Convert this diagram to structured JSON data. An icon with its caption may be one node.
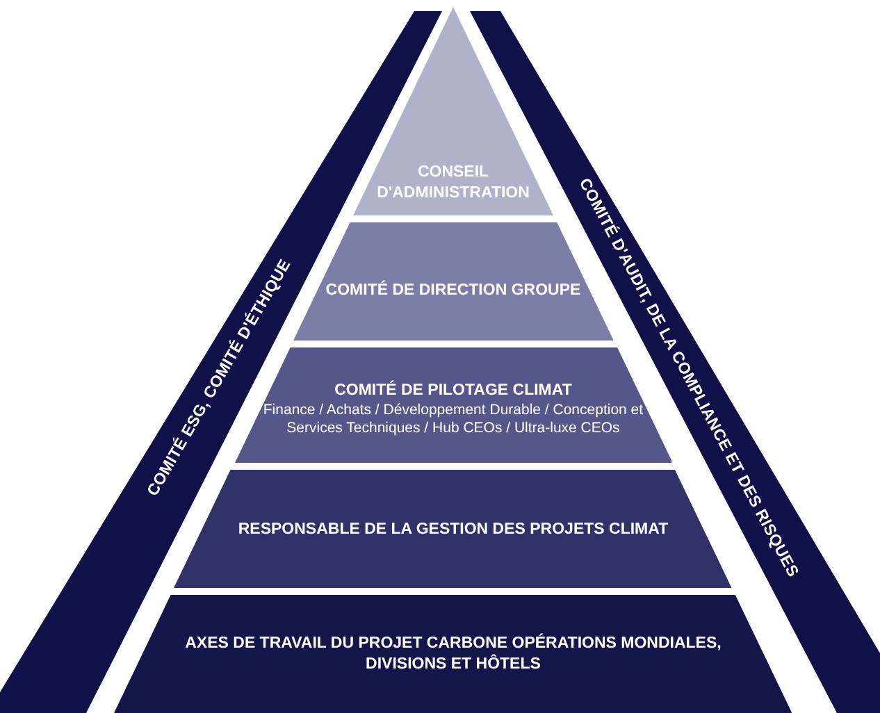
{
  "diagram": {
    "nodes": [
      {
        "text": [
          "CONSEIL D'ADMINISTRATION"
        ]
      },
      {
        "text": [
          "COMITÉ DE DIRECTION GROUPE"
        ]
      },
      {
        "text": [
          "COMITÉ DE PILOTAGE CLIMAT",
          "Finance / Achats / Développement Durable / Conception et Services Techniques / Hub CEOs / Ultra-luxe CEOs"
        ]
      },
      {
        "text": [
          "RESPONSABLE DE LA GESTION DES PROJETS CLIMAT"
        ]
      },
      {
        "text": [
          "AXES DE TRAVAIL DU PROJET CARBONE OPÉRATIONS MONDIALES, DIVISIONS ET HÔTELS"
        ]
      },
      {
        "text": [
          "COMITÉ ESG, COMITÉ D'ÉTHIQUE"
        ]
      },
      {
        "text": [
          "COMITÉ D'AUDIT, DE LA COMPLIANCE ET DES RISQUES"
        ]
      }
    ]
  }
}
